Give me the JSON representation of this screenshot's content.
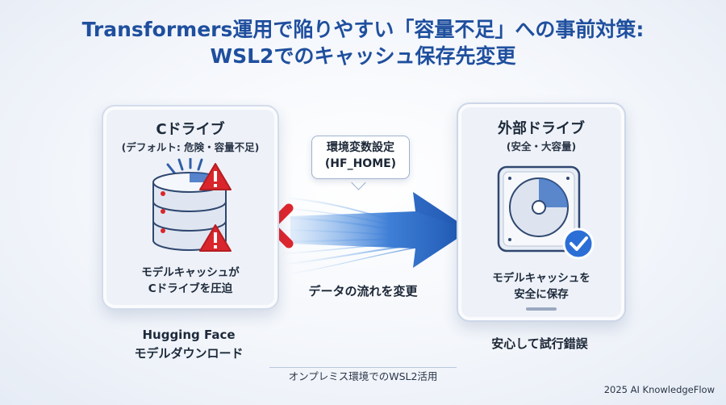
{
  "title": {
    "line1": "Transformers運用で陥りやすい「容量不足」への事前対策:",
    "line2": "WSL2でのキャッシュ保存先変更"
  },
  "left_card": {
    "heading": "Cドライブ",
    "subheading": "(デフォルト: 危険・容量不足)",
    "caption_line1": "モデルキャッシュが",
    "caption_line2": "Cドライブを圧迫"
  },
  "left_below": {
    "line1": "Hugging Face",
    "line2": "モデルダウンロード"
  },
  "bubble": {
    "line1": "環境変数設定",
    "line2": "(HF_HOME)"
  },
  "flow_label": "データの流れを変更",
  "right_card": {
    "heading": "外部ドライブ",
    "subheading": "(安全・大容量)",
    "caption_line1": "モデルキャッシュを",
    "caption_line2": "安全に保存"
  },
  "right_below": "安心して試行錯誤",
  "footer": "オンプレミス環境でのWSL2活用",
  "credit": "2025 AI KnowledgeFlow",
  "icons": {
    "left": [
      "database-icon",
      "warning-icon",
      "warning-icon"
    ],
    "middle": [
      "cross-icon",
      "arrow-right-icon"
    ],
    "right": [
      "hard-drive-icon",
      "checkmark-icon"
    ]
  },
  "colors": {
    "title": "#1f4f9e",
    "warning": "#d9262c",
    "cross": "#e0262d",
    "arrow": "#2d63b8",
    "check": "#2b6fd6"
  }
}
